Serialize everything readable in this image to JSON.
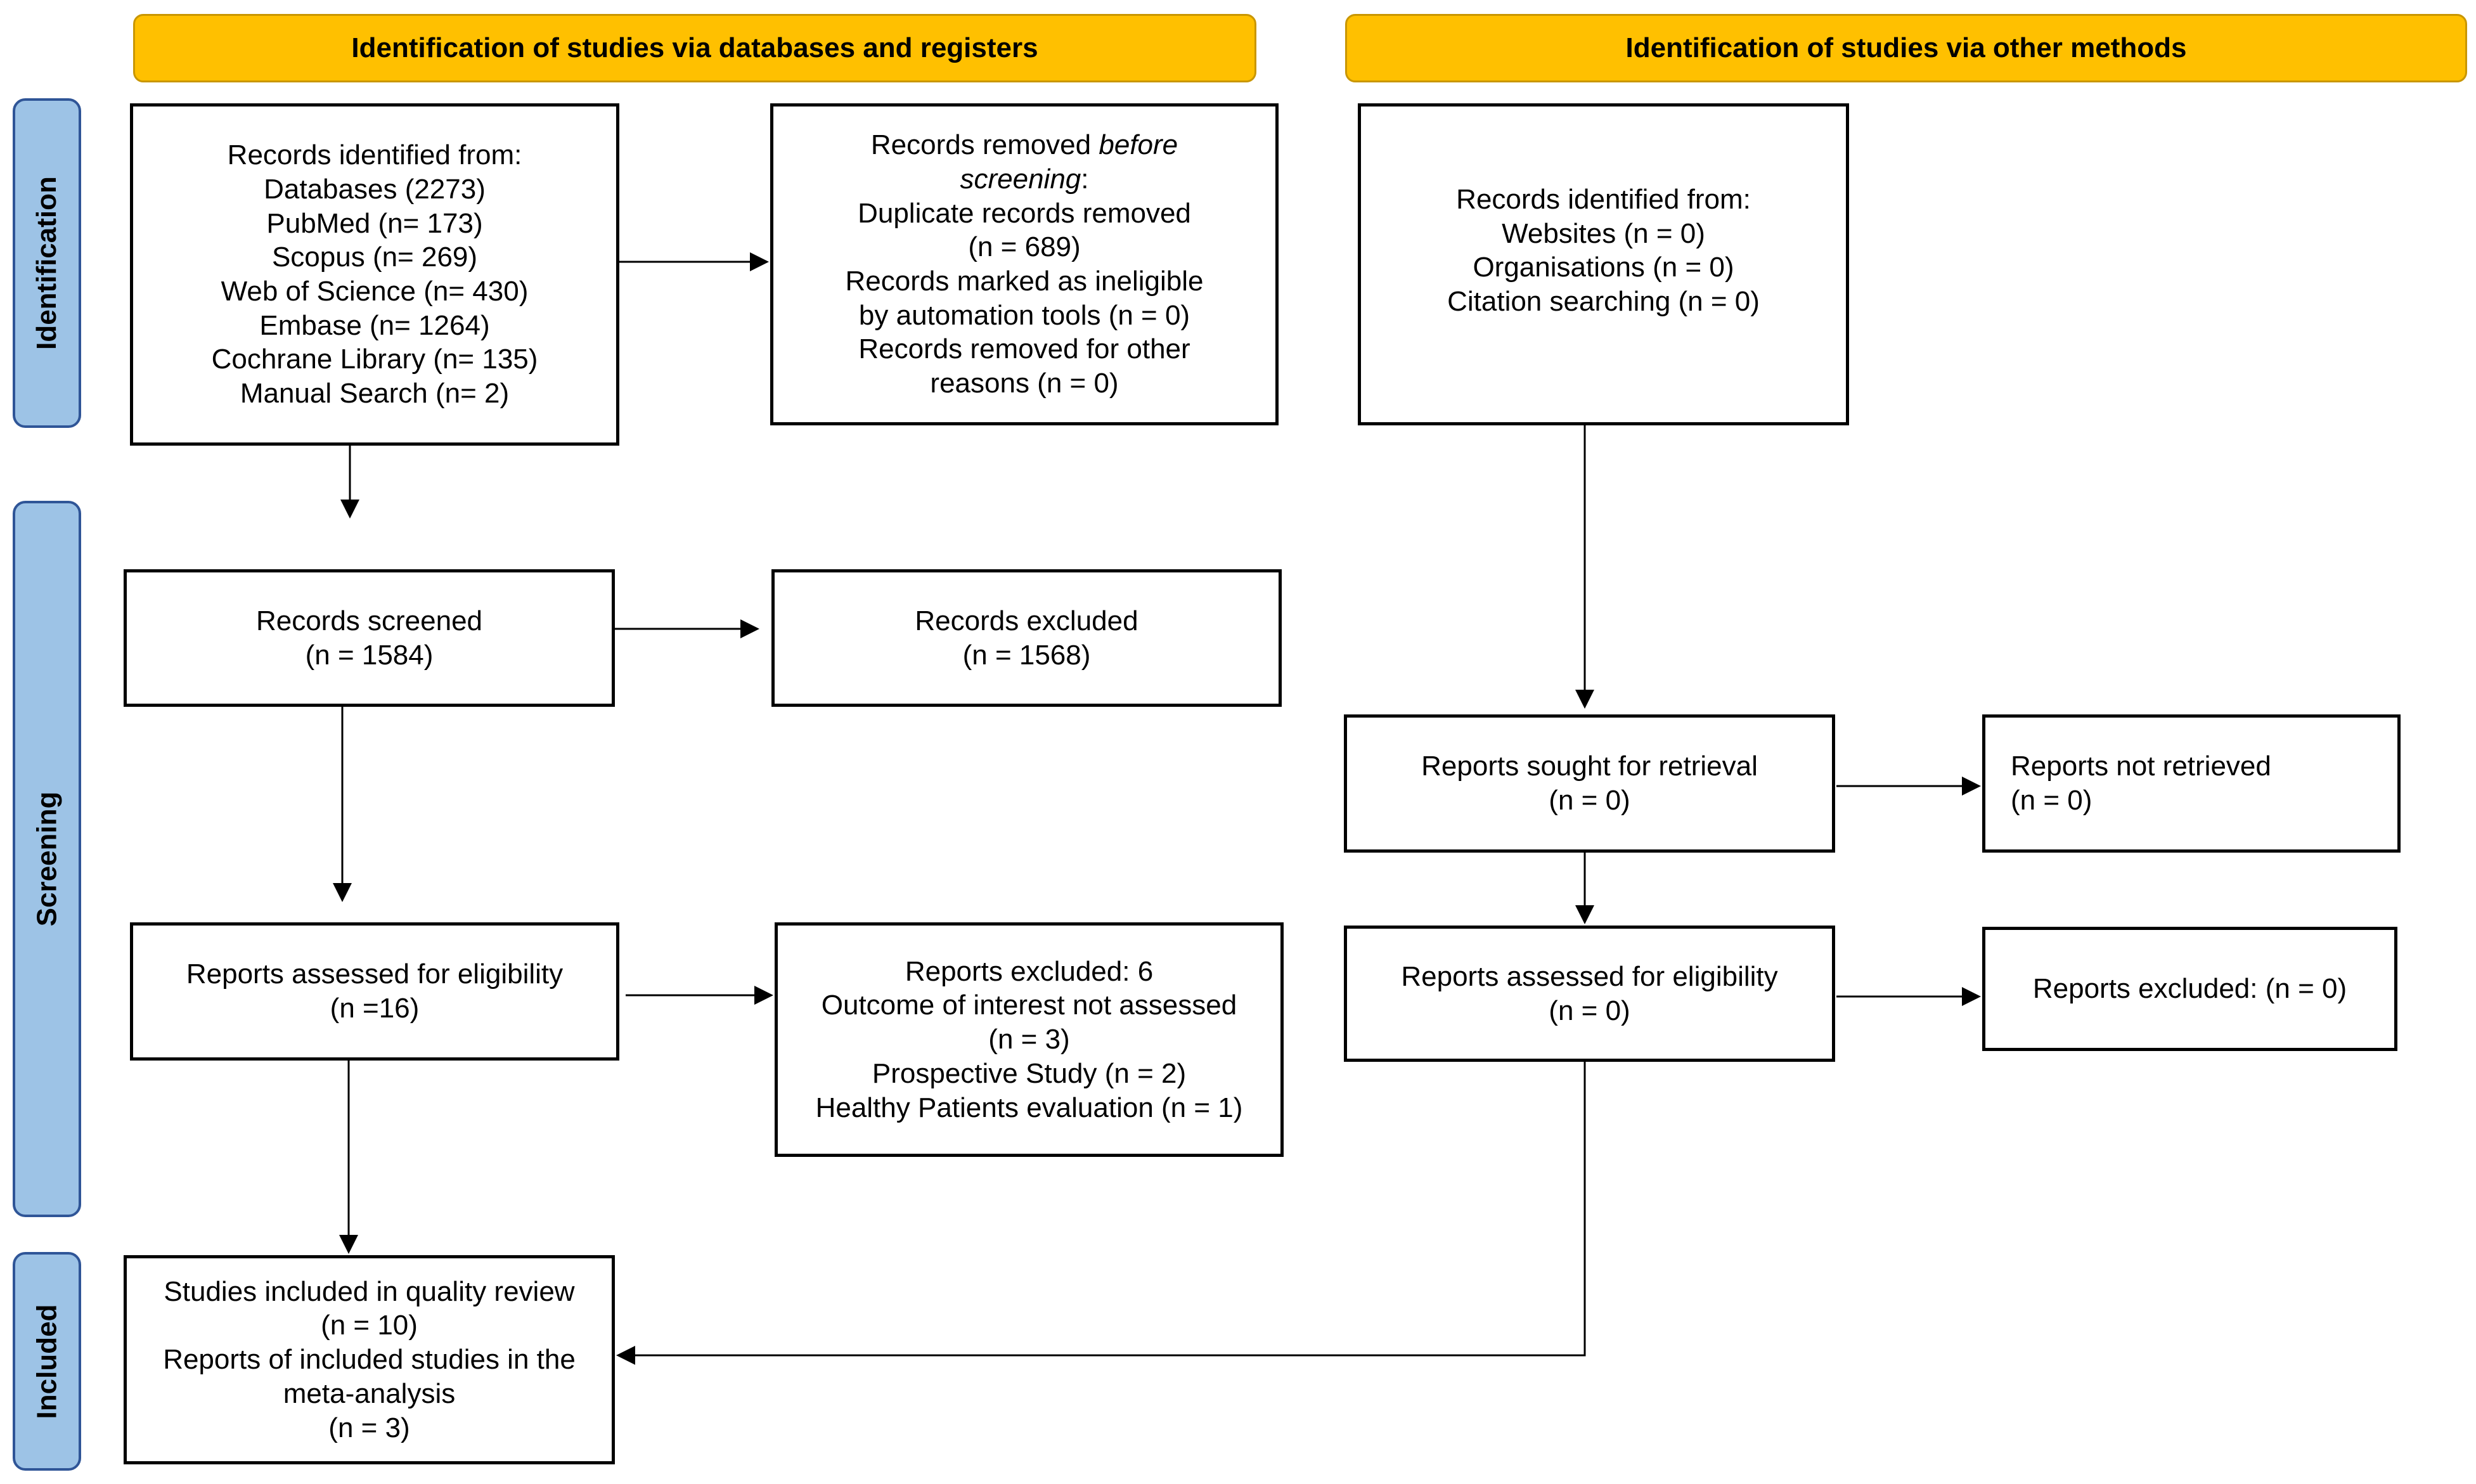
{
  "headers": {
    "databases": "Identification of studies via databases and registers",
    "other": "Identification of studies via other methods"
  },
  "phases": {
    "identification": "Identification",
    "screening": "Screening",
    "included": "Included"
  },
  "boxes": {
    "records_identified": {
      "lines": [
        "Records identified from:",
        "Databases (2273)",
        "PubMed (n= 173)",
        "Scopus (n= 269)",
        "Web of Science (n= 430)",
        "Embase (n= 1264)",
        "Cochrane Library (n= 135)",
        "Manual Search (n= 2)"
      ]
    },
    "records_removed": {
      "line1_prefix": "Records removed ",
      "line1_italic": "before",
      "line2_italic": "screening",
      "line2_suffix": ":",
      "lines": [
        "Duplicate records removed",
        "(n = 689)",
        "Records marked as ineligible",
        "by automation tools (n = 0)",
        "Records removed for other",
        "reasons (n = 0)"
      ]
    },
    "other_records_identified": {
      "lines": [
        "Records identified from:",
        "Websites (n = 0)",
        "Organisations (n = 0)",
        "Citation searching (n = 0)"
      ]
    },
    "records_screened": {
      "lines": [
        "Records screened",
        "(n = 1584)"
      ]
    },
    "records_excluded": {
      "lines": [
        "Records excluded",
        "(n = 1568)"
      ]
    },
    "reports_sought": {
      "lines": [
        "Reports sought for retrieval",
        "(n = 0)"
      ]
    },
    "reports_not_retrieved": {
      "lines": [
        "Reports not retrieved",
        "(n = 0)"
      ]
    },
    "reports_assessed": {
      "lines": [
        "Reports assessed for eligibility",
        "(n =16)"
      ]
    },
    "reports_excluded": {
      "lines": [
        "Reports excluded: 6",
        "Outcome of interest not assessed",
        "(n = 3)",
        "Prospective Study (n = 2)",
        "Healthy Patients evaluation (n = 1)"
      ]
    },
    "other_reports_assessed": {
      "lines": [
        "Reports assessed for eligibility",
        "(n = 0)"
      ]
    },
    "other_reports_excluded": {
      "lines": [
        "Reports excluded: (n = 0)"
      ]
    },
    "studies_included": {
      "lines": [
        "Studies included in quality review",
        "(n = 10)",
        "Reports of included studies in the",
        "meta-analysis",
        "(n = 3)"
      ]
    }
  },
  "colors": {
    "header_fill": "#FFC000",
    "phase_fill": "#9DC3E6",
    "phase_border": "#2F5597",
    "box_border": "#000000"
  }
}
